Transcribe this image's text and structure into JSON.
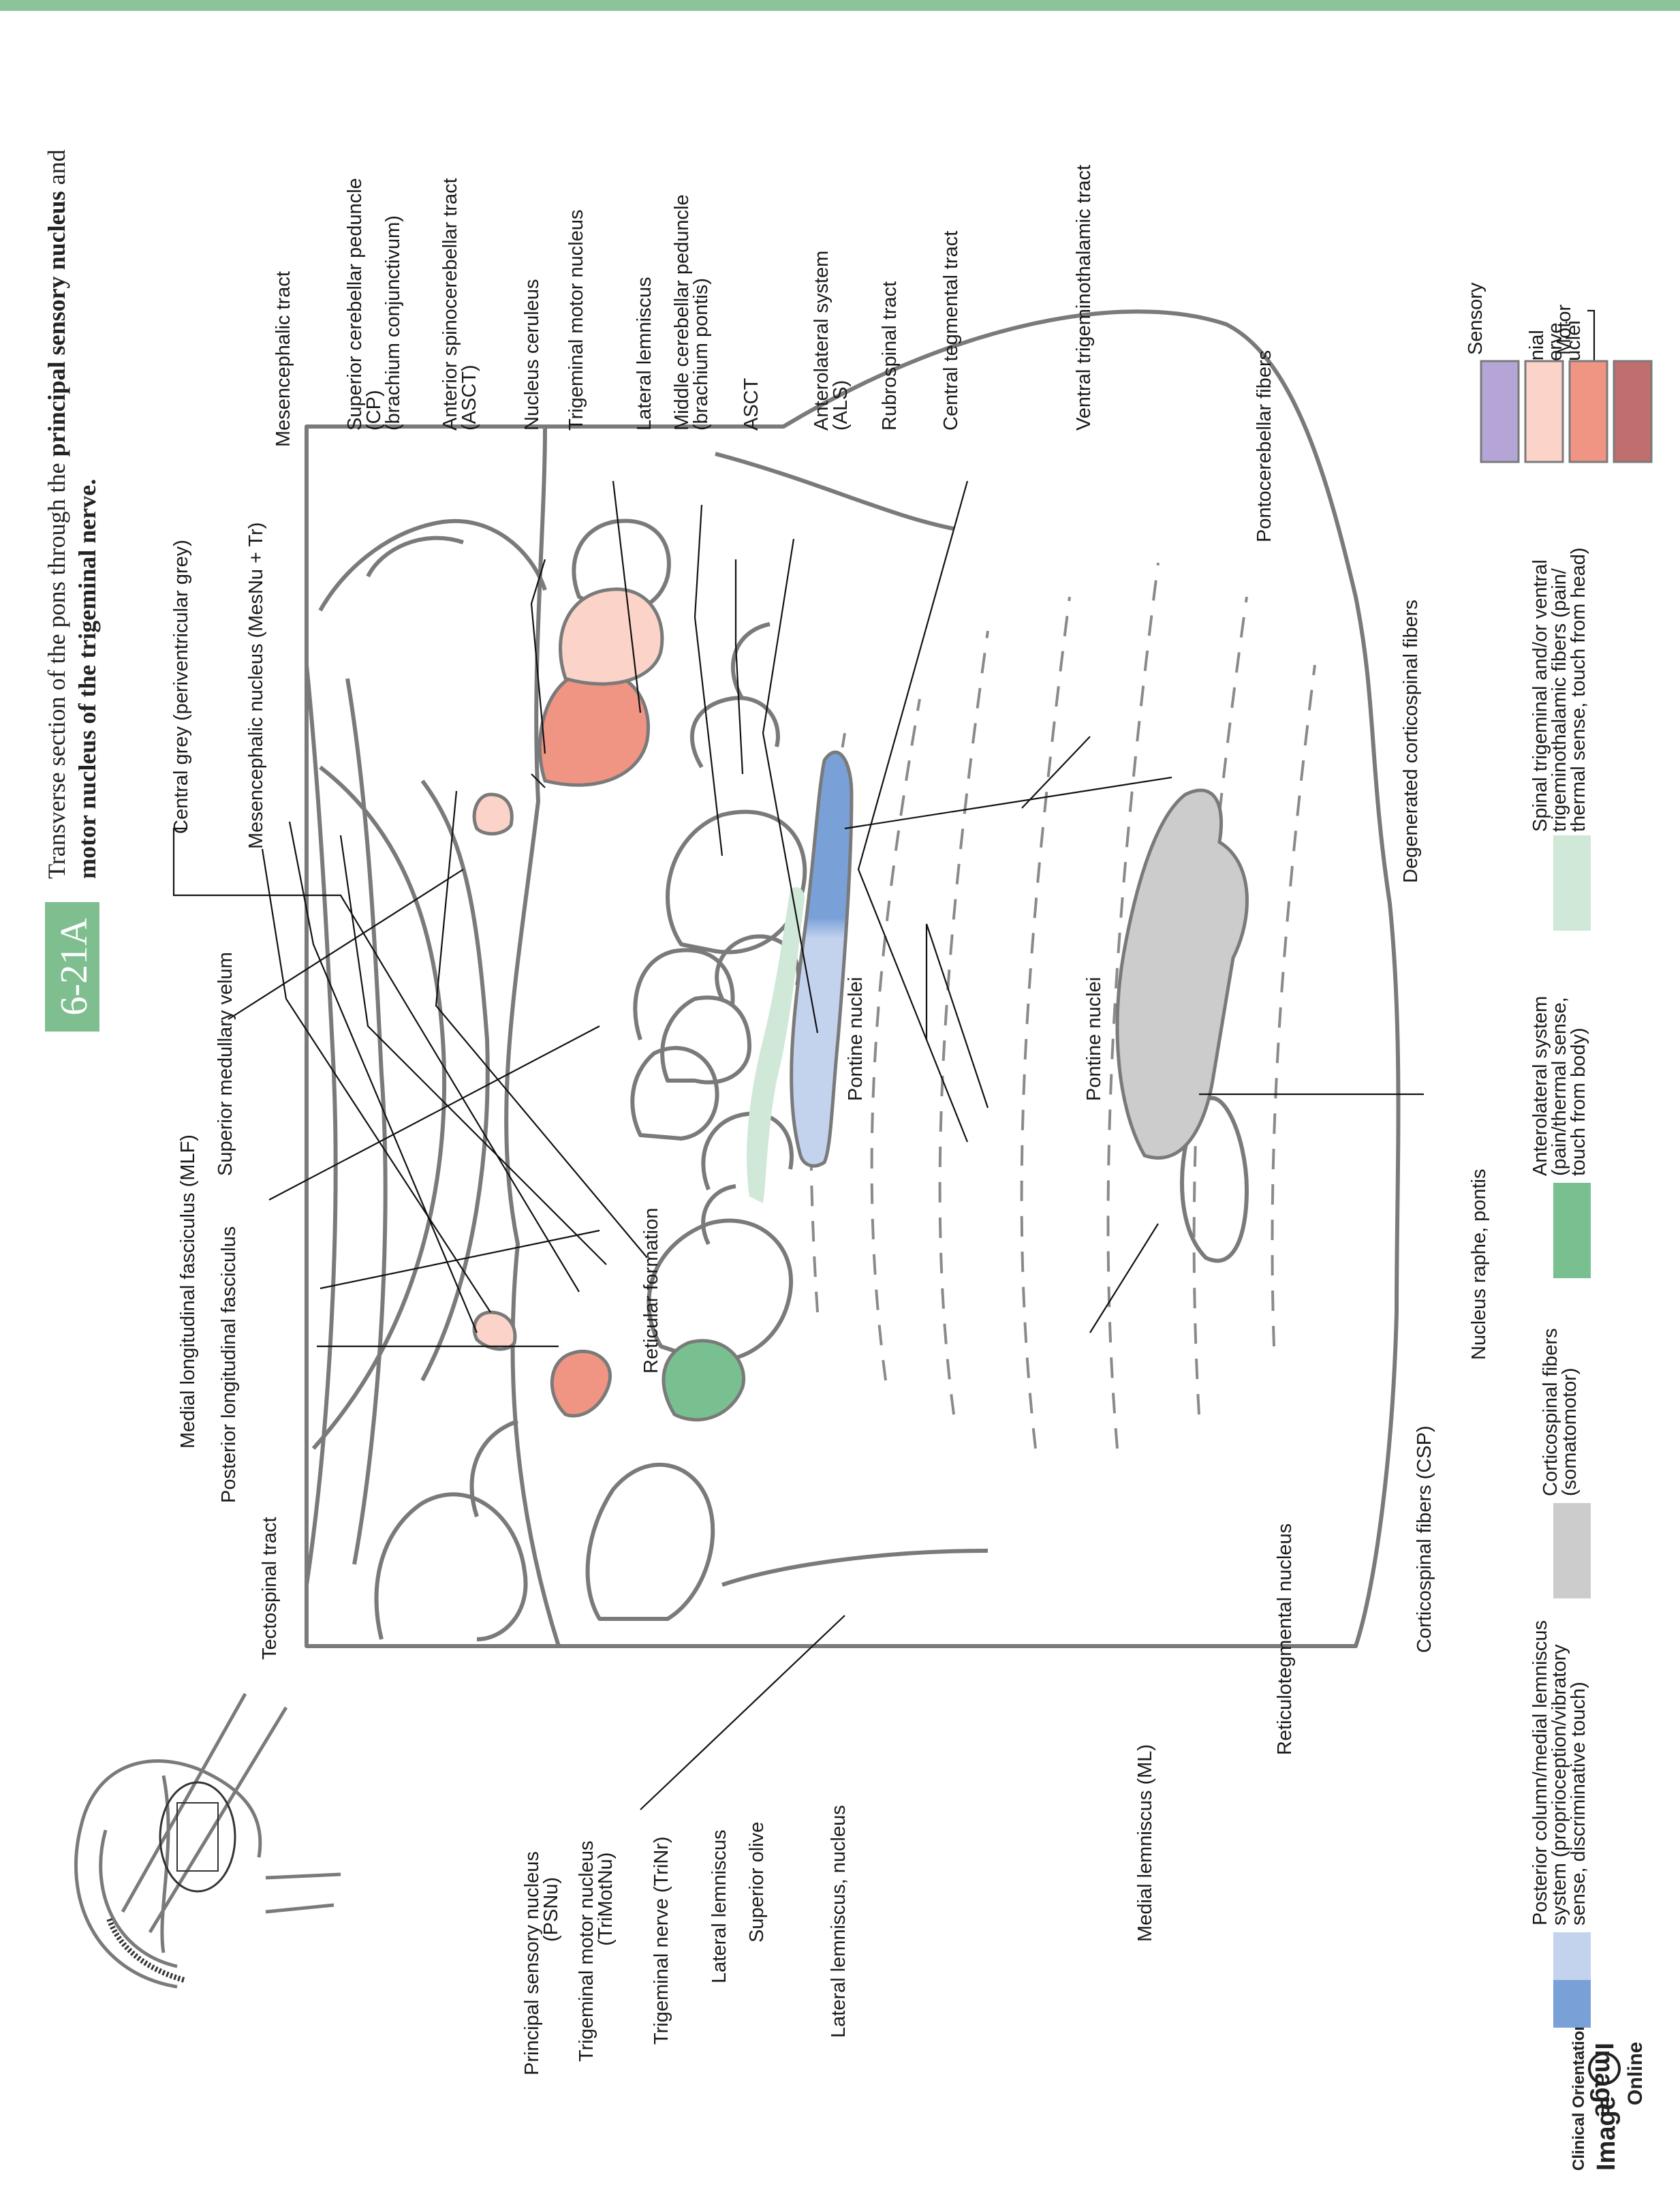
{
  "figure": {
    "number": "6-21A",
    "caption_plain": "Transverse section of the pons through the ",
    "caption_bold": "principal sensory nucleus",
    "caption_and": " and",
    "caption_line2": "motor nucleus of the trigeminal nerve."
  },
  "logo": {
    "line1": "Clinical Orientation",
    "line2": "Image",
    "line3": "Image",
    "line4": "Online"
  },
  "colors": {
    "header_bar": "#8dc39a",
    "figure_badge": "#7fbf8f",
    "outline": "#7a7a7a",
    "trigeminal_motor": "#f09484",
    "trigeminal_sensory": "#fbd3c8",
    "als": "#79c091",
    "spinal_trigeminal": "#cfe8d8",
    "medial_lemniscus_light": "#c3d3ee",
    "medial_lemniscus_dark": "#7aa0d8",
    "corticospinal": "#cccccd"
  },
  "labels_top": [
    "Central grey (periventricular grey)",
    "Mesencephalic nucleus (MesNu + Tr)",
    "Mesencephalic tract",
    "Superior cerebellar peduncle",
    "(CP)",
    "(brachium conjunctivum)",
    "Anterior spinocerebellar tract",
    "(ASCT)",
    "Nucleus ceruleus",
    "Trigeminal motor nucleus",
    "Lateral lemniscus",
    "Middle cerebellar peduncle",
    "(brachium pontis)",
    "ASCT",
    "Anterolateral system",
    "(ALS)",
    "Rubrospinal tract",
    "Central tegmental tract",
    "Ventral trigeminothalamic tract",
    "Pontocerebellar fibers",
    "Degenerated corticospinal fibers"
  ],
  "labels_left": [
    "Superior medullary velum",
    "Medial longitudinal fasciculus (MLF)",
    "Posterior longitudinal fasciculus",
    "Tectospinal tract"
  ],
  "labels_inner": [
    "Reticular formation",
    "Pontine nuclei",
    "Pontine nuclei"
  ],
  "labels_bottom": [
    "Principal sensory nucleus",
    "(PSNu)",
    "Trigeminal motor nucleus",
    "(TriMotNu)",
    "Trigeminal nerve (TriNr)",
    "Lateral lemniscus",
    "Superior olive",
    "Lateral lemniscus, nucleus",
    "Medial lemniscus (ML)",
    "Reticulotegmental nucleus",
    "Corticospinal fibers (CSP)",
    "Nucleus raphe, pontis"
  ],
  "legend": {
    "cranial": [
      "Cranial",
      "nerve",
      "nuclei"
    ],
    "sensory": "Sensory",
    "motor": "Motor",
    "swatch_colors": [
      "#b4a5d6",
      "#fbd3c8",
      "#f09484",
      "#c06e6e"
    ],
    "items": [
      {
        "color": "#79c091",
        "lines": [
          "Spinal trigeminal and/or ventral",
          "trigeminothalamic fibers (pain/",
          "thermal sense, touch from head)"
        ],
        "swatch": "#cfe8d8"
      },
      {
        "color": "#79c091",
        "lines": [
          "Anterolateral system",
          "(pain/thermal sense,",
          "touch from body)"
        ]
      },
      {
        "color": "#cccccd",
        "lines": [
          "Corticospinal fibers",
          "(somatomotor)"
        ]
      },
      {
        "color": "#7aa0d8",
        "lines": [
          "Posterior column/medial lemniscus",
          "system (proprioception/vibratory",
          "sense, discriminative touch)"
        ]
      }
    ]
  }
}
